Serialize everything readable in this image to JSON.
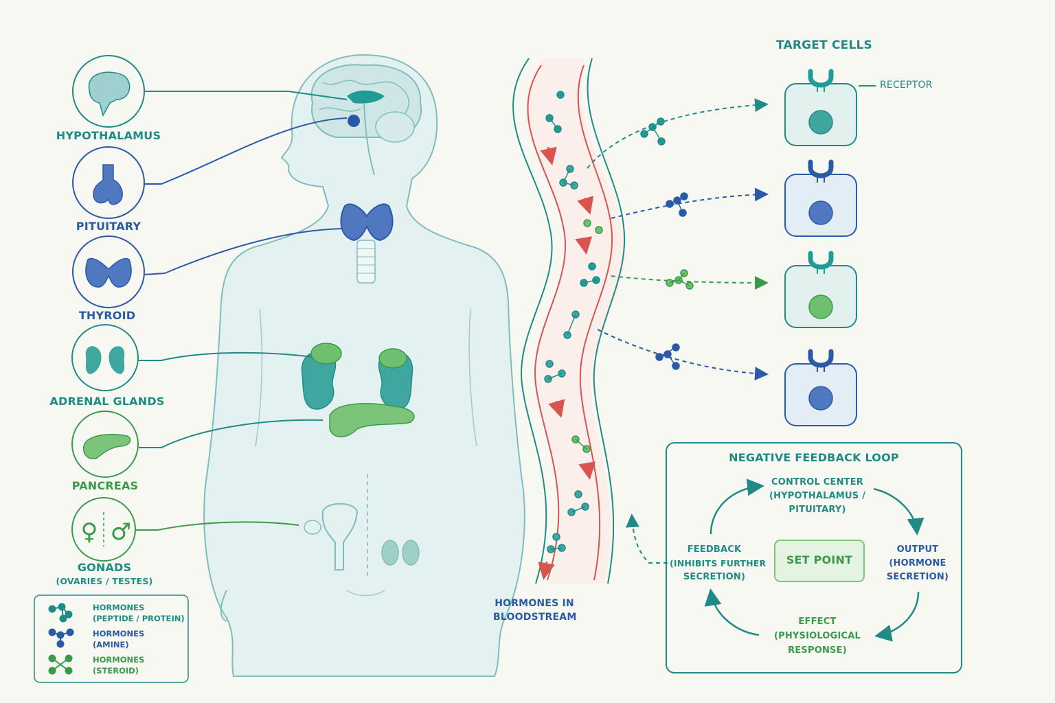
{
  "glands": [
    {
      "name": "HYPOTHALAMUS",
      "color": "#1f8a86"
    },
    {
      "name": "PITUITARY",
      "color": "#2a5aa6"
    },
    {
      "name": "THYROID",
      "color": "#2a5aa6"
    },
    {
      "name": "ADRENAL GLANDS",
      "color": "#1f8a86"
    },
    {
      "name": "PANCREAS",
      "color": "#3a9a4a"
    },
    {
      "name": "GONADS",
      "sub": "(OVARIES / TESTES)",
      "color": "#1f8a86"
    }
  ],
  "legend": [
    {
      "line1": "HORMONES",
      "line2": "(PEPTIDE / PROTEIN)",
      "color": "#1f8a86"
    },
    {
      "line1": "HORMONES",
      "line2": "(AMINE)",
      "color": "#2a5aa6"
    },
    {
      "line1": "HORMONES",
      "line2": "(STEROID)",
      "color": "#3a9a4a"
    }
  ],
  "bloodstream": {
    "line1": "HORMONES IN",
    "line2": "BLOODSTREAM"
  },
  "target": {
    "title": "TARGET CELLS",
    "receptor_label": "RECEPTOR"
  },
  "feedback": {
    "title": "NEGATIVE FEEDBACK LOOP",
    "control": [
      "CONTROL CENTER",
      "(HYPOTHALAMUS /",
      "PITUITARY)"
    ],
    "output": [
      "OUTPUT",
      "(HORMONE",
      "SECRETION)"
    ],
    "effect": [
      "EFFECT",
      "(PHYSIOLOGICAL",
      "RESPONSE)"
    ],
    "feedback": [
      "FEEDBACK",
      "(INHIBITS FURTHER",
      "SECRETION)"
    ],
    "set_point": "SET POINT"
  },
  "colors": {
    "teal": "#1f8a86",
    "blue": "#2a5aa6",
    "green": "#3a9a4a",
    "red": "#d9534f",
    "body_fill": "#e4f1f1"
  }
}
